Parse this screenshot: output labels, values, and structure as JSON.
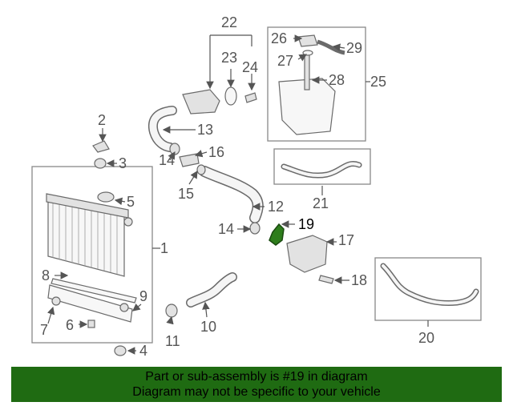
{
  "callouts": {
    "c1": "1",
    "c2": "2",
    "c3": "3",
    "c4": "4",
    "c5": "5",
    "c6": "6",
    "c7": "7",
    "c8": "8",
    "c9": "9",
    "c10": "10",
    "c11": "11",
    "c12": "12",
    "c13": "13",
    "c14a": "14",
    "c14b": "14",
    "c15": "15",
    "c16": "16",
    "c17": "17",
    "c18": "18",
    "c19": "19",
    "c20": "20",
    "c21": "21",
    "c22": "22",
    "c23": "23",
    "c24": "24",
    "c25": "25",
    "c26": "26",
    "c27": "27",
    "c28": "28",
    "c29": "29"
  },
  "highlight": {
    "part": "19",
    "color": "#2e7d1c"
  },
  "banner": {
    "line1": "Part or sub-assembly is #19 in diagram",
    "line2": "Diagram may not be specific to your vehicle",
    "background": "#1f6b12"
  }
}
